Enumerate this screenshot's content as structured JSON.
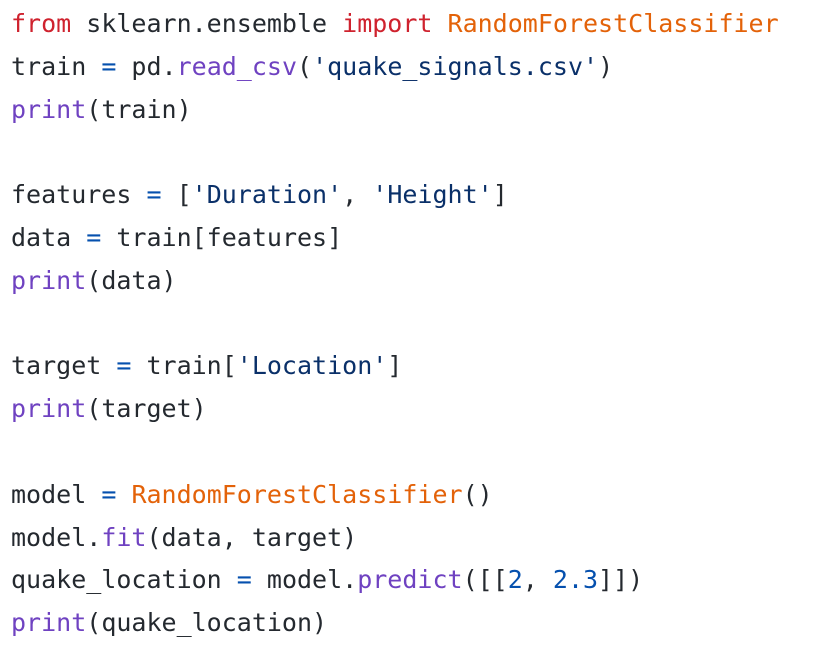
{
  "colors": {
    "keyword": "#cf222e",
    "class": "#e36209",
    "function": "#6f42c1",
    "operator": "#0550ae",
    "string": "#0a3069",
    "number": "#0550ae",
    "text": "#24292f",
    "background": "#ffffff"
  },
  "code": {
    "lines": [
      [
        {
          "t": "from",
          "k": "kw"
        },
        {
          "t": " sklearn.ensemble ",
          "k": "plain"
        },
        {
          "t": "import",
          "k": "kw"
        },
        {
          "t": " ",
          "k": "plain"
        },
        {
          "t": "RandomForestClassifier",
          "k": "cls"
        }
      ],
      [
        {
          "t": "train ",
          "k": "plain"
        },
        {
          "t": "=",
          "k": "op"
        },
        {
          "t": " pd.",
          "k": "plain"
        },
        {
          "t": "read_csv",
          "k": "fn"
        },
        {
          "t": "(",
          "k": "plain"
        },
        {
          "t": "'quake_signals.csv'",
          "k": "str"
        },
        {
          "t": ")",
          "k": "plain"
        }
      ],
      [
        {
          "t": "print",
          "k": "fn"
        },
        {
          "t": "(train)",
          "k": "plain"
        }
      ],
      [],
      [
        {
          "t": "features ",
          "k": "plain"
        },
        {
          "t": "=",
          "k": "op"
        },
        {
          "t": " [",
          "k": "plain"
        },
        {
          "t": "'Duration'",
          "k": "str"
        },
        {
          "t": ", ",
          "k": "plain"
        },
        {
          "t": "'Height'",
          "k": "str"
        },
        {
          "t": "]",
          "k": "plain"
        }
      ],
      [
        {
          "t": "data ",
          "k": "plain"
        },
        {
          "t": "=",
          "k": "op"
        },
        {
          "t": " train[features]",
          "k": "plain"
        }
      ],
      [
        {
          "t": "print",
          "k": "fn"
        },
        {
          "t": "(data)",
          "k": "plain"
        }
      ],
      [],
      [
        {
          "t": "target ",
          "k": "plain"
        },
        {
          "t": "=",
          "k": "op"
        },
        {
          "t": " train[",
          "k": "plain"
        },
        {
          "t": "'Location'",
          "k": "str"
        },
        {
          "t": "]",
          "k": "plain"
        }
      ],
      [
        {
          "t": "print",
          "k": "fn"
        },
        {
          "t": "(target)",
          "k": "plain"
        }
      ],
      [],
      [
        {
          "t": "model ",
          "k": "plain"
        },
        {
          "t": "=",
          "k": "op"
        },
        {
          "t": " ",
          "k": "plain"
        },
        {
          "t": "RandomForestClassifier",
          "k": "cls"
        },
        {
          "t": "()",
          "k": "plain"
        }
      ],
      [
        {
          "t": "model.",
          "k": "plain"
        },
        {
          "t": "fit",
          "k": "fn"
        },
        {
          "t": "(data, target)",
          "k": "plain"
        }
      ],
      [
        {
          "t": "quake_location ",
          "k": "plain"
        },
        {
          "t": "=",
          "k": "op"
        },
        {
          "t": " model.",
          "k": "plain"
        },
        {
          "t": "predict",
          "k": "fn"
        },
        {
          "t": "([[",
          "k": "plain"
        },
        {
          "t": "2",
          "k": "num"
        },
        {
          "t": ", ",
          "k": "plain"
        },
        {
          "t": "2.3",
          "k": "num"
        },
        {
          "t": "]])",
          "k": "plain"
        }
      ],
      [
        {
          "t": "print",
          "k": "fn"
        },
        {
          "t": "(quake_location)",
          "k": "plain"
        }
      ]
    ]
  }
}
